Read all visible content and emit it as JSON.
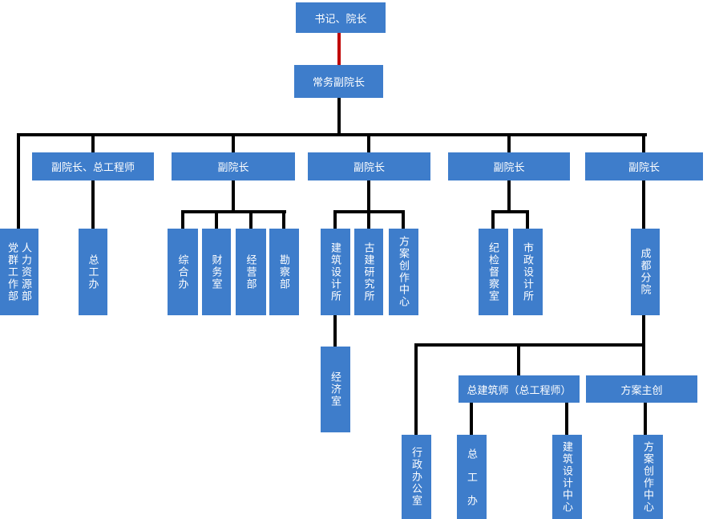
{
  "colors": {
    "node_fill": "#3E7DCB",
    "node_text": "#FFFFFF",
    "connector": "#000000",
    "root_connector": "#C00000",
    "background": "#FFFFFF"
  },
  "org": {
    "root": "书记、院长",
    "exec": "常务副院长",
    "vp1": "副院长、总工程师",
    "vp2": "副院长",
    "vp3": "副院长",
    "vp4": "副院长",
    "vp5": "副院长",
    "party_mass_dept": "党群工作部",
    "hr_dept": "人力资源部",
    "chief_eng_office": "总工办",
    "general_office": "综合办",
    "finance_office": "财务室",
    "business_dept": "经营部",
    "survey_dept": "勘察部",
    "arch_design_inst": "建筑设计所",
    "ancient_arch_inst": "古建研究所",
    "scheme_creation_center": "方案创作中心",
    "economy_office": "经济室",
    "discipline_office": "纪检督察室",
    "municipal_design_inst": "市政设计所",
    "chengdu_branch": "成都分院",
    "admin_office": "行政办公室",
    "chief_architect": "总建筑师（总工程师）",
    "chief_eng_office_2": "总工办",
    "arch_design_center": "建筑设计中心",
    "scheme_lead": "方案主创",
    "scheme_creation_center_2": "方案创作中心"
  }
}
